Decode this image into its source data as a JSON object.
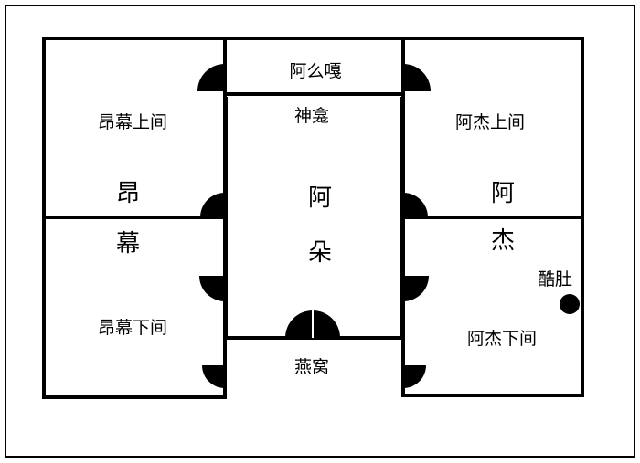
{
  "colors": {
    "wall": "#000000",
    "background": "#ffffff",
    "door": "#000000"
  },
  "rooms": {
    "upper_left": "昂幕上间",
    "lower_left": "昂幕下间",
    "top_middle": "阿么嘎",
    "shrine": "神龛",
    "center_char_1": "阿",
    "center_char_2": "朵",
    "bottom_middle": "燕窝",
    "upper_right": "阿杰上间",
    "lower_right": "阿杰下间"
  },
  "vertical_labels": {
    "left_char_1": "昂",
    "left_char_2": "幕",
    "right_char_1": "阿",
    "right_char_2": "杰"
  },
  "marker": {
    "label": "酷肚",
    "icon": "filled-circle-icon"
  }
}
